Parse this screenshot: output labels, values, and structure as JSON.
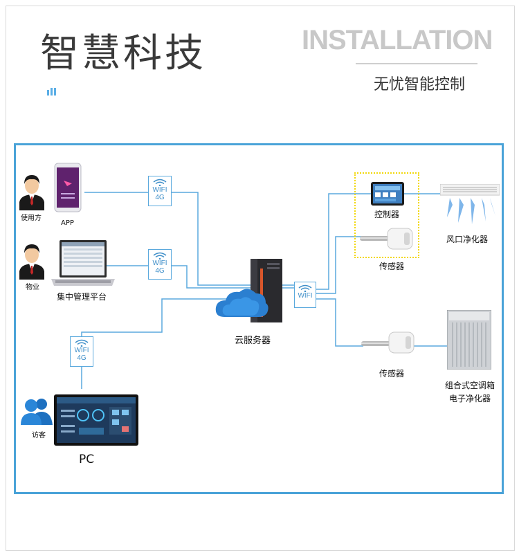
{
  "header": {
    "title_cn": "智慧科技",
    "title_en": "INSTALLATION",
    "subtitle": "无忧智能控制"
  },
  "diagram": {
    "users": {
      "user_label": "使用方",
      "property_label": "物业",
      "visitor_label": "访客"
    },
    "devices": {
      "app_label": "APP",
      "platform_label": "集中管理平台",
      "pc_label": "PC",
      "server_label": "云服务器",
      "controller_label": "控制器",
      "sensor_top_label": "传感器",
      "sensor_bottom_label": "传感器",
      "outlet_label": "风口净化器",
      "ahu_label_line1": "组合式空调箱",
      "ahu_label_line2": "电子净化器"
    },
    "wifi_badges": {
      "app": {
        "line1": "WIFI",
        "line2": "4G"
      },
      "platform": {
        "line1": "WIFI",
        "line2": "4G"
      },
      "server": {
        "line1": "WIFI"
      },
      "pc": {
        "line1": "WIFI",
        "line2": "4G"
      }
    },
    "colors": {
      "frame": "#4aa3d8",
      "link": "#5aa9dd",
      "highlight": "#f2d80a"
    }
  }
}
